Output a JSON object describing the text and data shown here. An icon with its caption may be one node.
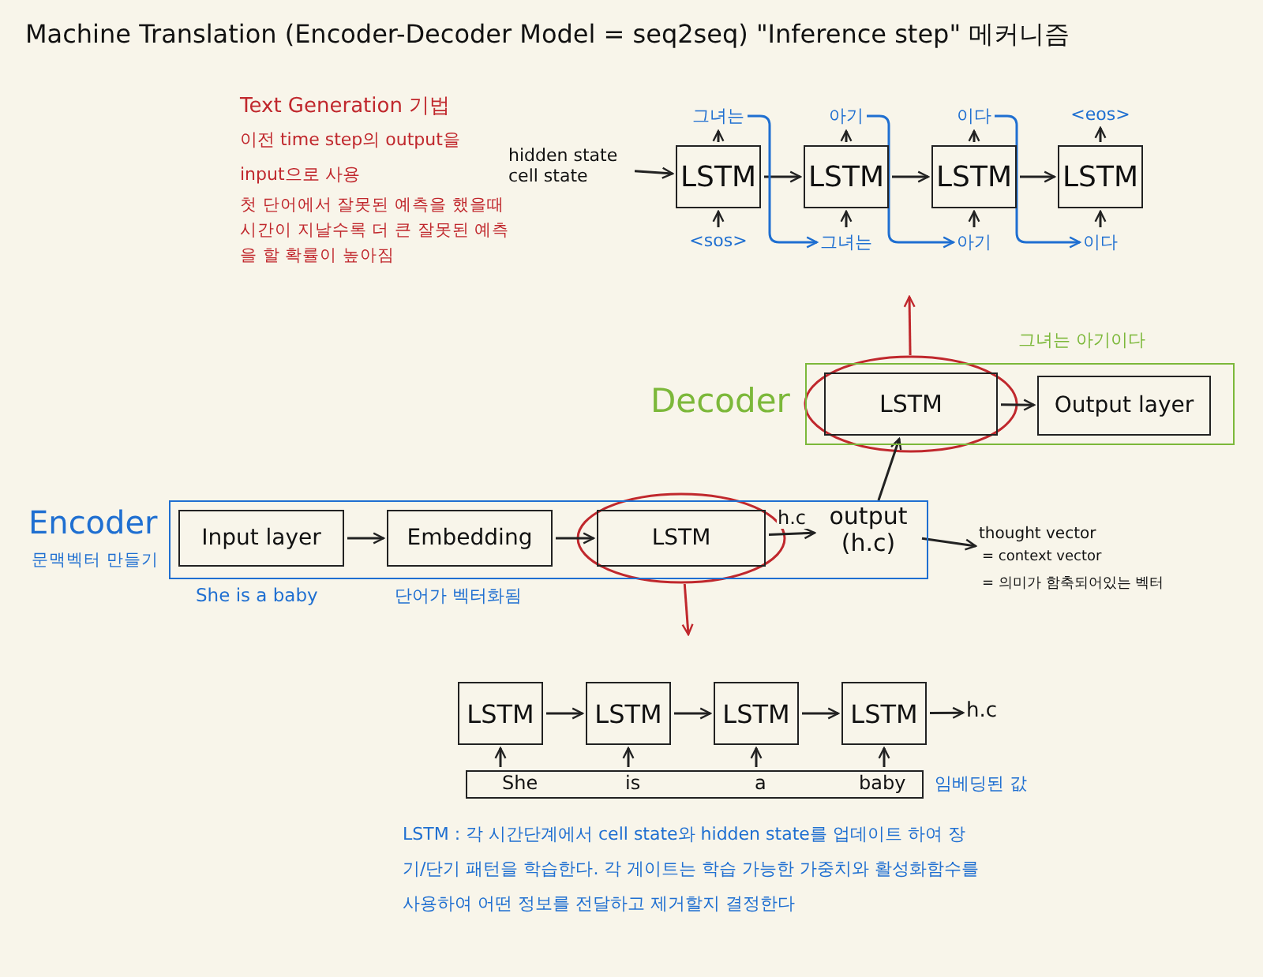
{
  "diagram": {
    "title": "Machine Translation (Encoder-Decoder Model = seq2seq) \"Inference step\" 메커니즘",
    "nodes": [
      {
        "text": [
          "LSTM"
        ]
      },
      {
        "text": [
          "LSTM"
        ]
      },
      {
        "text": [
          "LSTM"
        ]
      },
      {
        "text": [
          "LSTM"
        ]
      },
      {
        "text": [
          "그녀는"
        ]
      },
      {
        "text": [
          "아기"
        ]
      },
      {
        "text": [
          "이다"
        ]
      },
      {
        "text": [
          "<eos>"
        ]
      },
      {
        "text": [
          "<sos>"
        ]
      },
      {
        "text": [
          "그녀는"
        ]
      },
      {
        "text": [
          "아기"
        ]
      },
      {
        "text": [
          "이다"
        ]
      },
      {
        "text": [
          "hidden state cell state"
        ]
      },
      {
        "text": [
          "Decoder"
        ],
        "beside": [
          "그녀는 아기이다"
        ]
      },
      {
        "text": [
          "LSTM"
        ],
        "in": 13
      },
      {
        "text": [
          "Output layer"
        ],
        "in": 13
      },
      {
        "text": [
          "Encoder",
          "문맥벡터 만들기"
        ]
      },
      {
        "text": [
          "Input layer"
        ],
        "in": 16,
        "beside": [
          "She is a baby"
        ]
      },
      {
        "text": [
          "Embedding"
        ],
        "in": 16,
        "beside": [
          "단어가 벡터화됨"
        ]
      },
      {
        "text": [
          "LSTM"
        ],
        "in": 16
      },
      {
        "text": [
          "output (h.c)"
        ],
        "in": 16
      },
      {
        "text": [
          "thought vector",
          "= context vector",
          "= 의미가 함축되어있는 벡터"
        ]
      },
      {
        "text": [
          "LSTM"
        ]
      },
      {
        "text": [
          "LSTM"
        ]
      },
      {
        "text": [
          "LSTM"
        ]
      },
      {
        "text": [
          "LSTM"
        ]
      },
      {
        "text": [
          "She",
          "is",
          "a",
          "baby"
        ],
        "beside": [
          "임베딩된 값"
        ]
      },
      {
        "text": [
          "h.c"
        ]
      }
    ],
    "edges": [
      {
        "from": 12,
        "to": 0,
        "arrow": "to"
      },
      {
        "from": 0,
        "to": 1,
        "arrow": "to"
      },
      {
        "from": 1,
        "to": 2,
        "arrow": "to"
      },
      {
        "from": 2,
        "to": 3,
        "arrow": "to"
      },
      {
        "from": 0,
        "to": 4,
        "arrow": "to"
      },
      {
        "from": 1,
        "to": 5,
        "arrow": "to"
      },
      {
        "from": 2,
        "to": 6,
        "arrow": "to"
      },
      {
        "from": 3,
        "to": 7,
        "arrow": "to"
      },
      {
        "from": 8,
        "to": 0,
        "arrow": "to"
      },
      {
        "from": 9,
        "to": 1,
        "arrow": "to"
      },
      {
        "from": 10,
        "to": 2,
        "arrow": "to"
      },
      {
        "from": 11,
        "to": 3,
        "arrow": "to"
      },
      {
        "from": 4,
        "to": 9,
        "arrow": "to",
        "color": "#1f6fd1"
      },
      {
        "from": 5,
        "to": 10,
        "arrow": "to",
        "color": "#1f6fd1"
      },
      {
        "from": 6,
        "to": 11,
        "arrow": "to",
        "color": "#1f6fd1"
      },
      {
        "from": 14,
        "to": null,
        "arrow": "to",
        "color": "#c0282d"
      },
      {
        "from": 14,
        "to": 15,
        "arrow": "to"
      },
      {
        "from": 17,
        "to": 18,
        "arrow": "to"
      },
      {
        "from": 18,
        "to": 19,
        "arrow": "to"
      },
      {
        "from": 19,
        "to": 20,
        "arrow": "to",
        "label": "h.c"
      },
      {
        "from": 20,
        "to": 14,
        "arrow": "to"
      },
      {
        "from": 20,
        "to": 21,
        "arrow": "to"
      },
      {
        "from": 19,
        "to": null,
        "arrow": "to",
        "color": "#c0282d"
      },
      {
        "from": 22,
        "to": 23,
        "arrow": "to"
      },
      {
        "from": 23,
        "to": 24,
        "arrow": "to"
      },
      {
        "from": 24,
        "to": 25,
        "arrow": "to"
      },
      {
        "from": 25,
        "to": 27,
        "arrow": "to"
      },
      {
        "from": 26,
        "to": 22,
        "arrow": "to"
      },
      {
        "from": 26,
        "to": 23,
        "arrow": "to"
      },
      {
        "from": 26,
        "to": 24,
        "arrow": "to"
      },
      {
        "from": 26,
        "to": 25,
        "arrow": "to"
      }
    ],
    "labels": [
      "Text Generation 기법",
      "이전 time step의 output을 input으로 사용",
      "첫 단어에서 잘못된 예측을 했을때 시간이 지날수록 더 큰 잘못된 예측을 할 확률이 높아짐",
      "LSTM : 각 시간단계에서 cell state와 hidden state를 업데이트 하여 장기/단기 패턴을 학습한다. 각 게이트는 학습 가능한 가중치와 활성화함수를 사용하여 어떤 정보를 전달하고 제거할지 결정한다"
    ]
  }
}
